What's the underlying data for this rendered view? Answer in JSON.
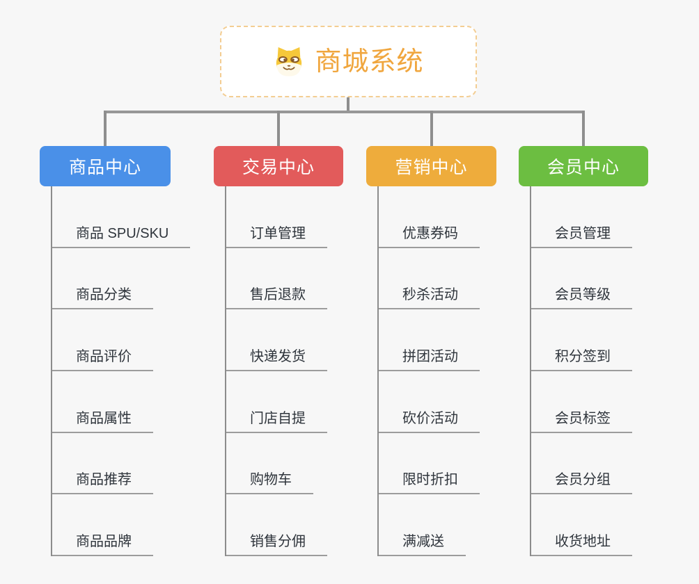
{
  "root": {
    "title": "商城系统",
    "icon": "doge-face-icon"
  },
  "branches": [
    {
      "label": "商品中心",
      "color": "#4A90E8",
      "children": [
        "商品 SPU/SKU",
        "商品分类",
        "商品评价",
        "商品属性",
        "商品推荐",
        "商品品牌"
      ]
    },
    {
      "label": "交易中心",
      "color": "#E25B5B",
      "children": [
        "订单管理",
        "售后退款",
        "快递发货",
        "门店自提",
        "购物车",
        "销售分佣"
      ]
    },
    {
      "label": "营销中心",
      "color": "#EEAC3C",
      "children": [
        "优惠券码",
        "秒杀活动",
        "拼团活动",
        "砍价活动",
        "限时折扣",
        "满减送"
      ]
    },
    {
      "label": "会员中心",
      "color": "#6CBE41",
      "children": [
        "会员管理",
        "会员等级",
        "积分签到",
        "会员标签",
        "会员分组",
        "收货地址"
      ]
    }
  ],
  "style_colors": {
    "canvas_bg": "#F7F7F7",
    "connector": "#8E8E8E",
    "leaf_line": "#9C9C9C",
    "leaf_text": "#2F353C",
    "root_text": "#F0A63E",
    "root_border": "#F3CD92"
  }
}
